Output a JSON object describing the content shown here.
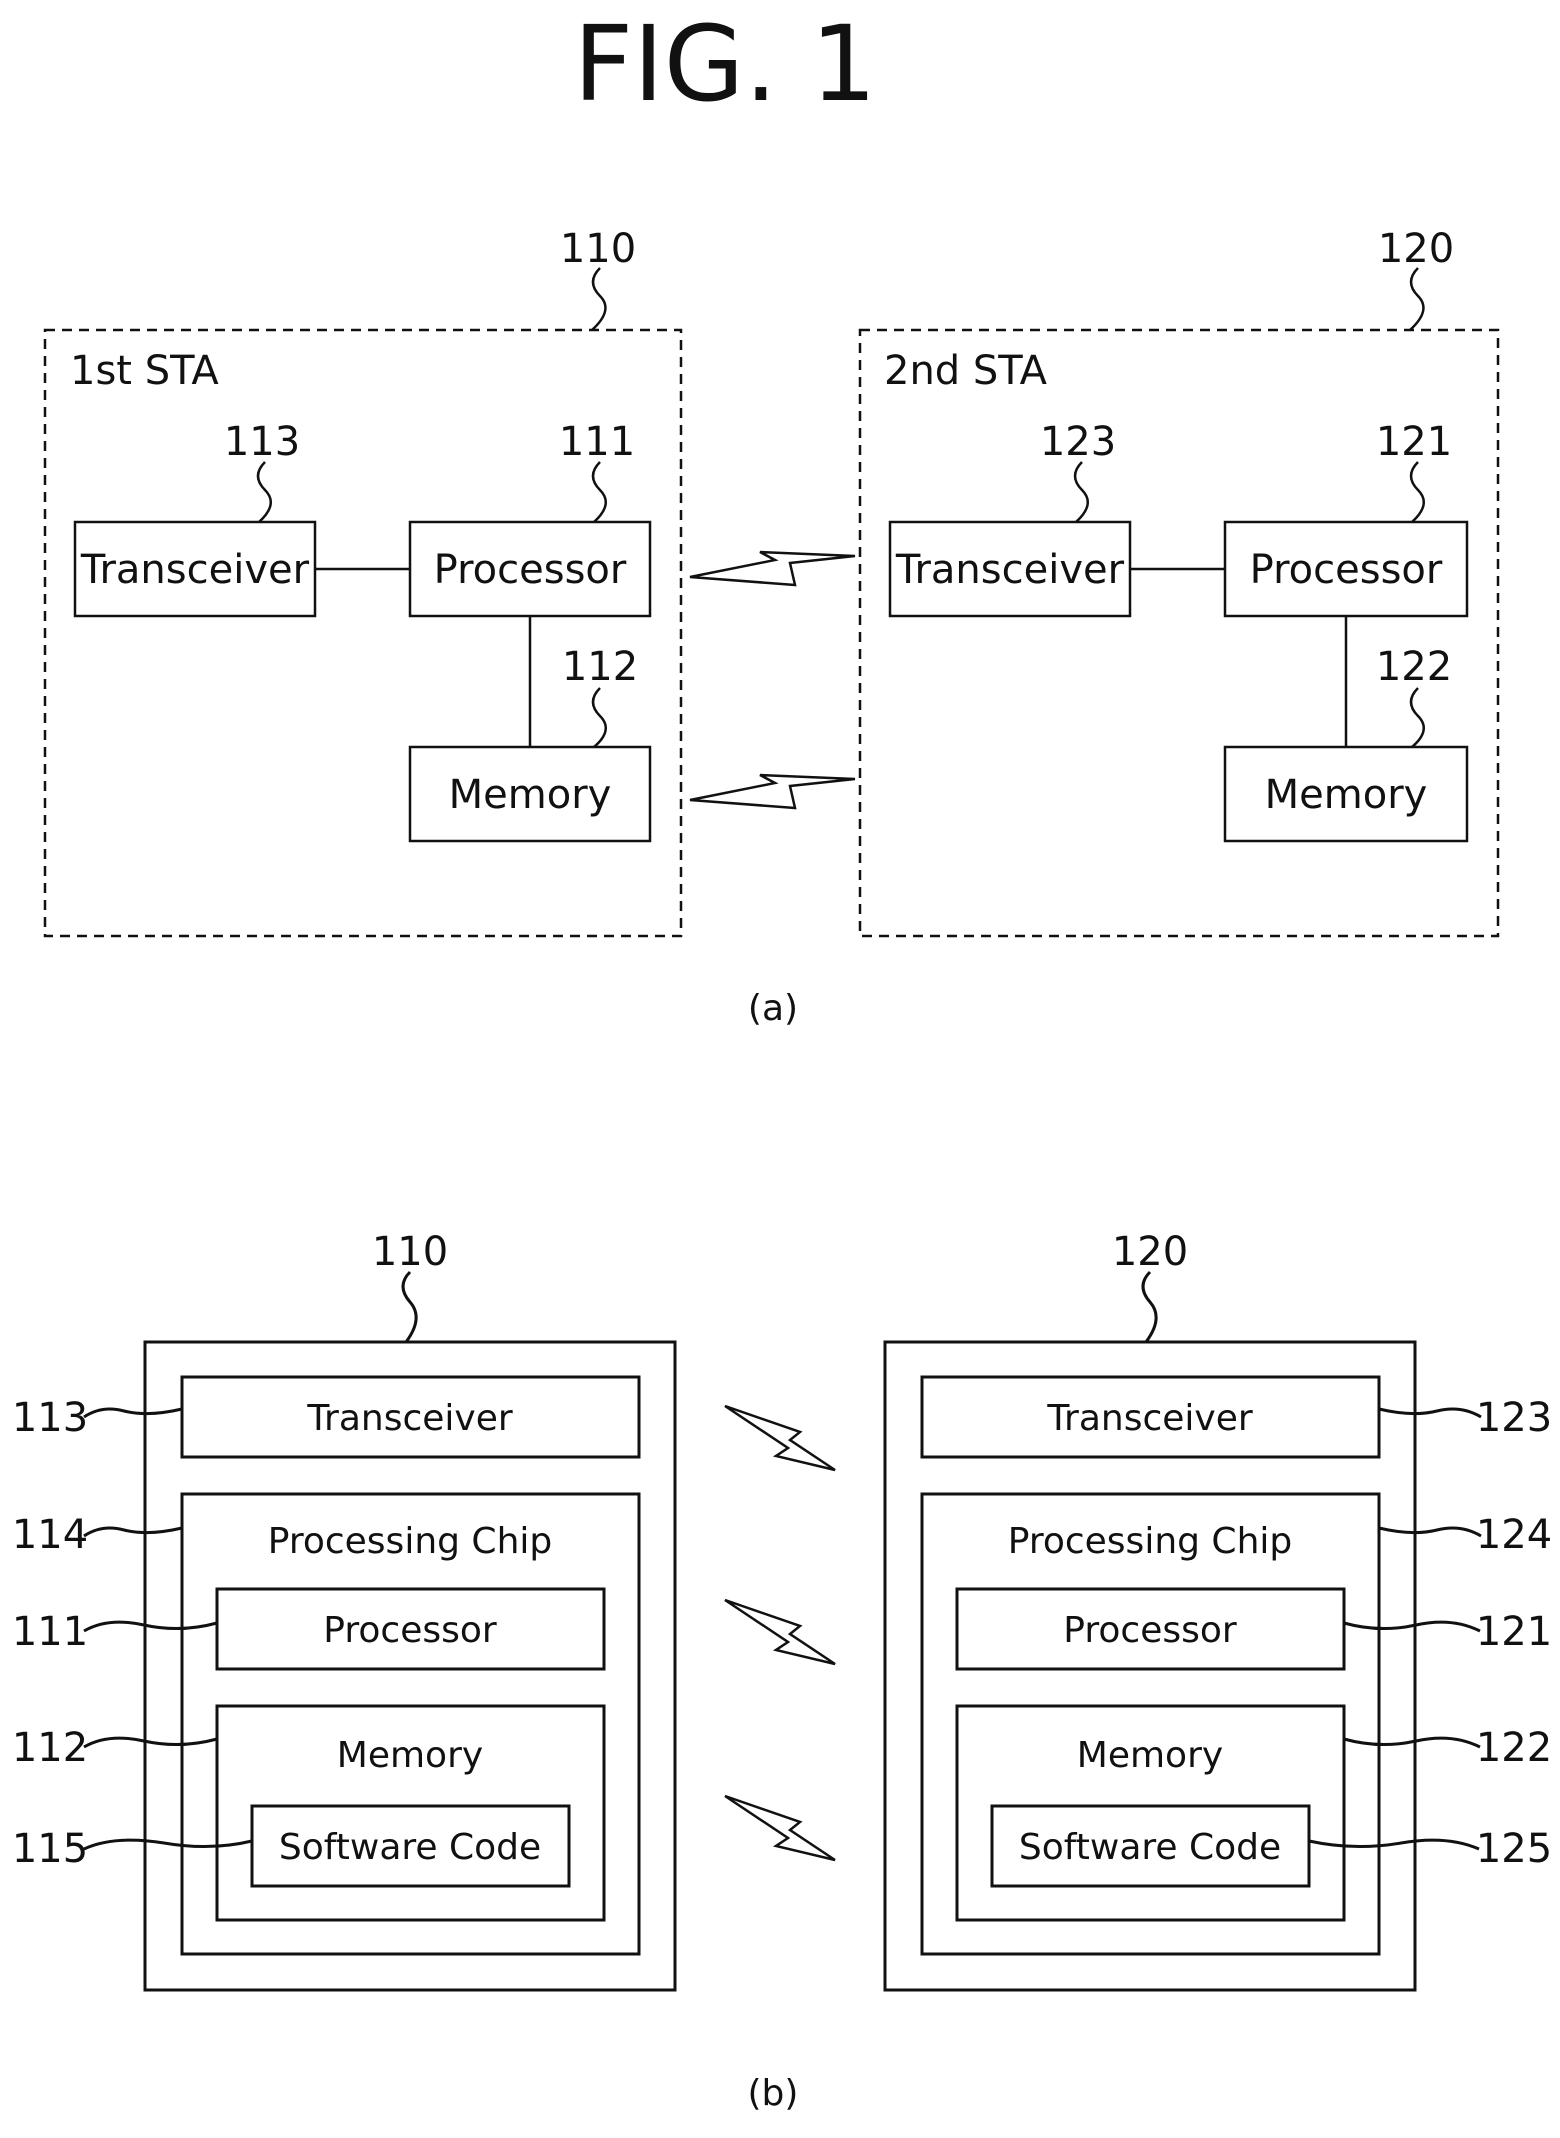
{
  "figure": {
    "title": "FIG. 1",
    "caption_a": "(a)",
    "caption_b": "(b)"
  },
  "part_a": {
    "sta1": {
      "ref": "110",
      "name": "1st STA",
      "transceiver": {
        "label": "Transceiver",
        "ref": "113"
      },
      "processor": {
        "label": "Processor",
        "ref": "111"
      },
      "memory": {
        "label": "Memory",
        "ref": "112"
      }
    },
    "sta2": {
      "ref": "120",
      "name": "2nd STA",
      "transceiver": {
        "label": "Transceiver",
        "ref": "123"
      },
      "processor": {
        "label": "Processor",
        "ref": "121"
      },
      "memory": {
        "label": "Memory",
        "ref": "122"
      }
    }
  },
  "part_b": {
    "dev1": {
      "ref": "110",
      "transceiver": {
        "label": "Transceiver",
        "ref": "113"
      },
      "chip": {
        "label": "Processing Chip",
        "ref": "114"
      },
      "processor": {
        "label": "Processor",
        "ref": "111"
      },
      "memory": {
        "label": "Memory",
        "ref": "112"
      },
      "code": {
        "label": "Software Code",
        "ref": "115"
      }
    },
    "dev2": {
      "ref": "120",
      "transceiver": {
        "label": "Transceiver",
        "ref": "123"
      },
      "chip": {
        "label": "Processing Chip",
        "ref": "124"
      },
      "processor": {
        "label": "Processor",
        "ref": "121"
      },
      "memory": {
        "label": "Memory",
        "ref": "122"
      },
      "code": {
        "label": "Software Code",
        "ref": "125"
      }
    }
  }
}
